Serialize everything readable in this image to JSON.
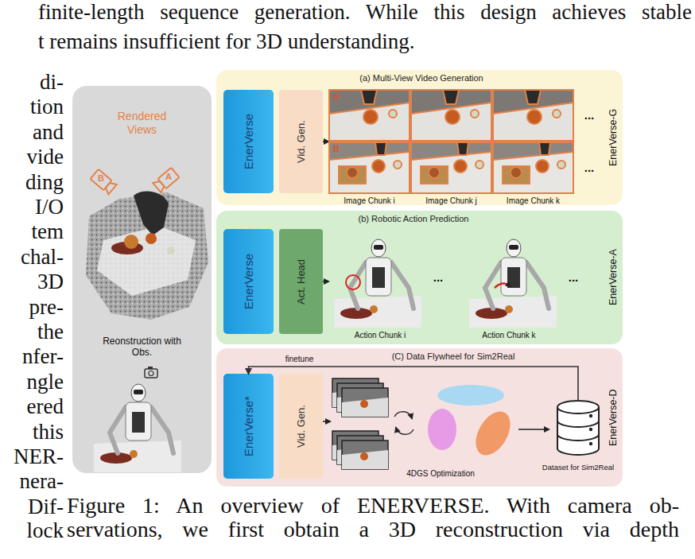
{
  "diagram": {
    "caption": "Figure 1: An overview of ENERVERSE. With camera ob- servations, we first obtain a 3D reconstruction via depth",
    "nodes": [
      {
        "text": [
          "Rendered Views",
          "Reonstruction with Obs."
        ]
      },
      {
        "text": [
          "(a) Multi-View Video Generation",
          "EnerVerse-G"
        ]
      },
      {
        "text": [
          "EnerVerse"
        ],
        "in": 1
      },
      {
        "text": [
          "Vid. Gen."
        ],
        "in": 1
      },
      {
        "text": [
          "(b) Robotic Action Prediction",
          "EnerVerse-A"
        ]
      },
      {
        "text": [
          "EnerVerse"
        ],
        "in": 4
      },
      {
        "text": [
          "Act. Head"
        ],
        "in": 4
      },
      {
        "text": [
          "(C) Data Flywheel for Sim2Real",
          "EnerVerse-D"
        ]
      },
      {
        "text": [
          "EnerVerse*"
        ],
        "in": 7
      },
      {
        "text": [
          "Vid. Gen."
        ],
        "in": 7
      },
      {
        "text": [
          "Dataset for Sim2Real"
        ],
        "in": 7
      }
    ],
    "edges": [
      {
        "from": 10,
        "to": 8,
        "label": "finetune",
        "arrow": "to"
      }
    ],
    "labels": [
      "finite-length sequence generation. While this design achieves stable",
      "t remains insufficient for 3D understanding.",
      "di-",
      "tion",
      "and",
      "vide",
      "ding",
      "I/O",
      "tem",
      "chal-",
      "3D",
      "pre-",
      "the",
      "nfer-",
      "ngle",
      "ered",
      "this",
      "NER-",
      "nera-",
      "Dif-",
      "lock",
      "B",
      "A",
      "A",
      "B",
      "...",
      "...",
      "Image Chunk i",
      "Image Chunk j",
      "Image Chunk k",
      "...",
      "...",
      "Action Chunk i",
      "Action Chunk k",
      "4DGS Optimization"
    ]
  }
}
